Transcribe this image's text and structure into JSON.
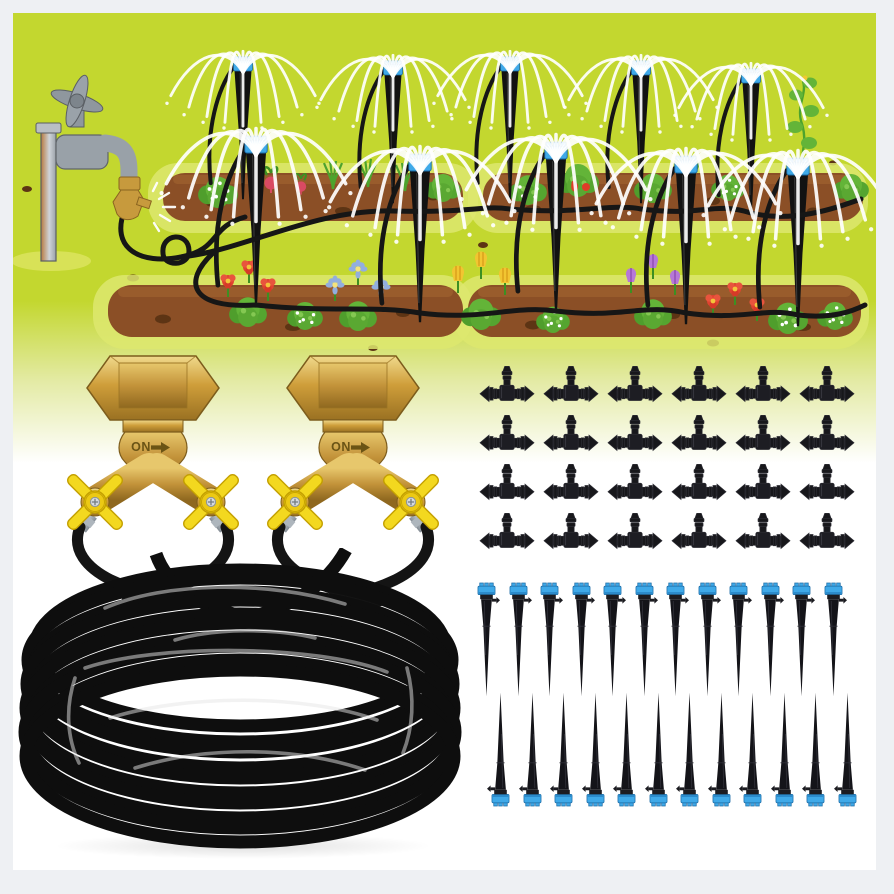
{
  "colors": {
    "page-border": "#eef0f3",
    "card-bg": "#ffffff",
    "green": "#c3d72f",
    "cap-blue": "#3fa9e8",
    "brass": "#c59a3a",
    "handle-yellow": "#f3d81f",
    "plastic-black": "#17171b",
    "tube-black": "#0e0e0e",
    "soil-brown": "#8b4f26",
    "water-white": "#ffffff"
  },
  "illustration": {
    "sprinkler_count": 10,
    "garden_bed_rows": 2
  },
  "products": {
    "splitters": {
      "count": 2,
      "on_label": "ON",
      "on_arrow_icon": "right-arrow"
    },
    "tee_connectors": {
      "count": 24,
      "rows": 4,
      "cols": 6
    },
    "emitters": {
      "top_count": 12,
      "bottom_count": 12
    }
  }
}
